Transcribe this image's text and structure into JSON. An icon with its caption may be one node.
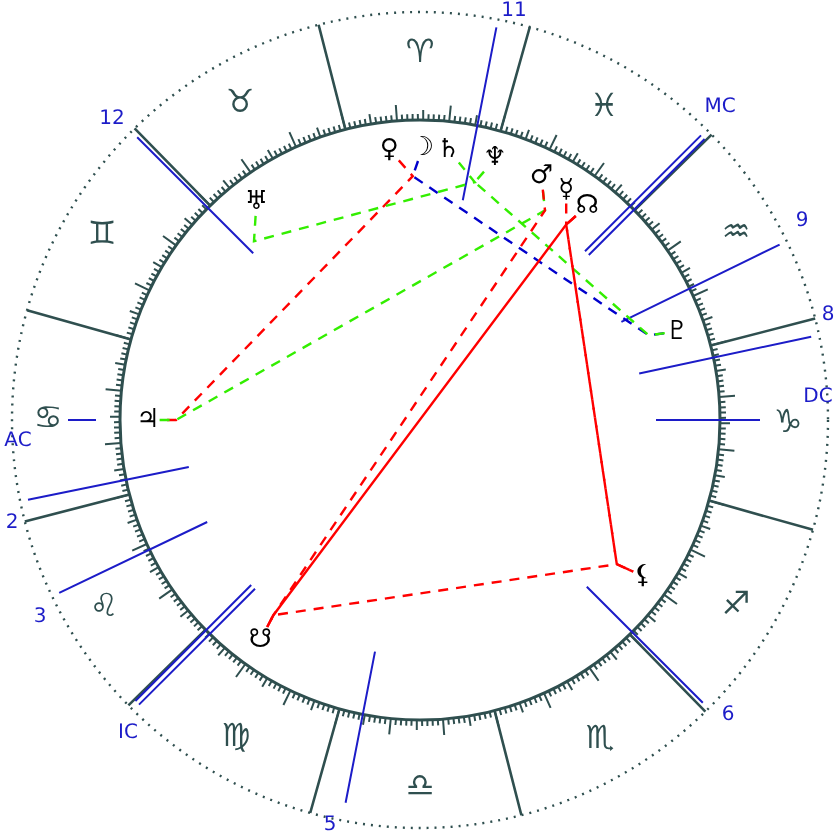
{
  "diagram": {
    "nodes": [
      {
        "text": [
          "♀"
        ]
      },
      {
        "text": [
          "☽"
        ]
      },
      {
        "text": [
          "♄"
        ]
      },
      {
        "text": [
          "♆"
        ]
      },
      {
        "text": [
          "♂"
        ]
      },
      {
        "text": [
          "☿"
        ]
      },
      {
        "text": [
          "☊"
        ]
      },
      {
        "text": [
          "♅"
        ]
      },
      {
        "text": [
          "♇"
        ]
      },
      {
        "text": [
          "♃"
        ]
      },
      {
        "text": [
          "⚸"
        ]
      },
      {
        "text": [
          "☋"
        ]
      }
    ],
    "edges": [
      {
        "from": 0,
        "to": 9,
        "arrow": "none",
        "style": "dashed"
      },
      {
        "from": 1,
        "to": 8,
        "arrow": "none",
        "style": "dashed",
        "color": "#0000cc"
      },
      {
        "from": 7,
        "to": 2,
        "arrow": "none",
        "style": "dashed",
        "color": "#33ee00"
      },
      {
        "from": 3,
        "to": 8,
        "arrow": "none",
        "style": "dashed",
        "color": "#33ee00"
      },
      {
        "from": 9,
        "to": 4,
        "arrow": "none",
        "style": "dashed",
        "color": "#33ee00"
      },
      {
        "from": 4,
        "to": 11,
        "arrow": "none",
        "style": "dashed"
      },
      {
        "from": 6,
        "to": 11,
        "arrow": "none"
      },
      {
        "from": 5,
        "to": 10,
        "arrow": "none",
        "style": "dashed"
      },
      {
        "from": 6,
        "to": 10,
        "arrow": "none",
        "style": "dashed"
      },
      {
        "from": 11,
        "to": 10,
        "arrow": "none",
        "style": "dashed"
      }
    ],
    "labels": [
      "11",
      "♈",
      "♉",
      "♓",
      "MC",
      "12",
      "9",
      "♊",
      "♒",
      "8",
      "AC",
      "♋",
      "♑",
      "DC",
      "2",
      "3",
      "♌",
      "♐",
      "IC",
      "♍",
      "♏",
      "6",
      "♎",
      "5"
    ]
  }
}
